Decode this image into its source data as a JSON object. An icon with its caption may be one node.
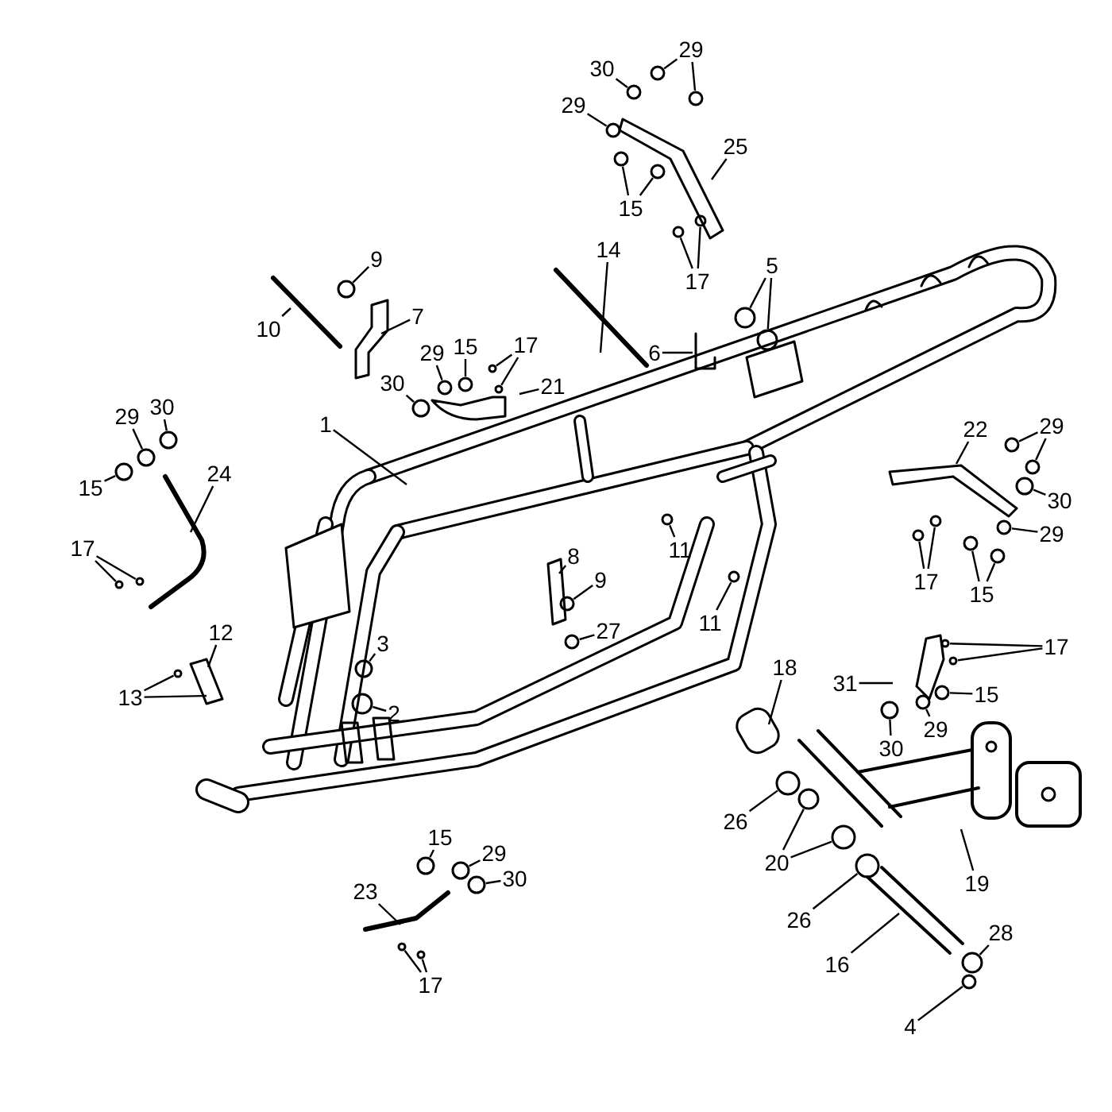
{
  "diagram": {
    "nodes": [
      {
        "text": [
          "9"
        ]
      },
      {
        "text": [
          "10"
        ]
      },
      {
        "text": [
          "7"
        ]
      },
      {
        "text": [
          "29"
        ]
      },
      {
        "text": [
          "15"
        ]
      },
      {
        "text": [
          "17"
        ]
      },
      {
        "text": [
          "30"
        ]
      },
      {
        "text": [
          "21"
        ]
      },
      {
        "text": [
          "1"
        ]
      },
      {
        "text": [
          "29"
        ]
      },
      {
        "text": [
          "30"
        ]
      },
      {
        "text": [
          "15"
        ]
      },
      {
        "text": [
          "24"
        ]
      },
      {
        "text": [
          "17"
        ]
      },
      {
        "text": [
          "12"
        ]
      },
      {
        "text": [
          "13"
        ]
      },
      {
        "text": [
          "3"
        ]
      },
      {
        "text": [
          "2"
        ]
      },
      {
        "text": [
          "8"
        ]
      },
      {
        "text": [
          "9"
        ]
      },
      {
        "text": [
          "27"
        ]
      },
      {
        "text": [
          "11"
        ]
      },
      {
        "text": [
          "11"
        ]
      },
      {
        "text": [
          "14"
        ]
      },
      {
        "text": [
          "6"
        ]
      },
      {
        "text": [
          "5"
        ]
      },
      {
        "text": [
          "30"
        ]
      },
      {
        "text": [
          "29"
        ]
      },
      {
        "text": [
          "29"
        ]
      },
      {
        "text": [
          "15"
        ]
      },
      {
        "text": [
          "25"
        ]
      },
      {
        "text": [
          "17"
        ]
      },
      {
        "text": [
          "22"
        ]
      },
      {
        "text": [
          "29"
        ]
      },
      {
        "text": [
          "30"
        ]
      },
      {
        "text": [
          "29"
        ]
      },
      {
        "text": [
          "17"
        ]
      },
      {
        "text": [
          "15"
        ]
      },
      {
        "text": [
          "17"
        ]
      },
      {
        "text": [
          "31"
        ]
      },
      {
        "text": [
          "15"
        ]
      },
      {
        "text": [
          "29"
        ]
      },
      {
        "text": [
          "30"
        ]
      },
      {
        "text": [
          "18"
        ]
      },
      {
        "text": [
          "26"
        ]
      },
      {
        "text": [
          "20"
        ]
      },
      {
        "text": [
          "19"
        ]
      },
      {
        "text": [
          "26"
        ]
      },
      {
        "text": [
          "16"
        ]
      },
      {
        "text": [
          "28"
        ]
      },
      {
        "text": [
          "4"
        ]
      },
      {
        "text": [
          "15"
        ]
      },
      {
        "text": [
          "29"
        ]
      },
      {
        "text": [
          "30"
        ]
      },
      {
        "text": [
          "23"
        ]
      },
      {
        "text": [
          "17"
        ]
      },
      {
        "text": [],
        "shape": "circle"
      },
      {
        "text": [],
        "shape": "circle"
      },
      {
        "text": [],
        "shape": "circle"
      },
      {
        "text": [],
        "shape": "circle"
      },
      {
        "text": [],
        "shape": "circle"
      },
      {
        "text": [],
        "shape": "circle"
      },
      {
        "text": [],
        "shape": "circle"
      },
      {
        "text": [],
        "shape": "circle"
      },
      {
        "text": [],
        "shape": "circle"
      },
      {
        "text": [],
        "shape": "circle"
      },
      {
        "text": [],
        "shape": "circle"
      },
      {
        "text": [],
        "shape": "circle"
      },
      {
        "text": [],
        "shape": "circle"
      },
      {
        "text": [],
        "shape": "circle"
      },
      {
        "text": [],
        "shape": "circle"
      },
      {
        "text": [],
        "shape": "circle"
      },
      {
        "text": [],
        "shape": "circle"
      },
      {
        "text": [],
        "shape": "circle"
      },
      {
        "text": [],
        "shape": "circle"
      },
      {
        "text": [],
        "shape": "circle"
      },
      {
        "text": [],
        "shape": "circle"
      },
      {
        "text": [],
        "shape": "circle"
      },
      {
        "text": [],
        "shape": "circle"
      },
      {
        "text": [],
        "shape": "circle"
      },
      {
        "text": [],
        "shape": "circle"
      },
      {
        "text": [],
        "shape": "circle"
      },
      {
        "text": [],
        "shape": "circle"
      },
      {
        "text": [],
        "shape": "circle"
      },
      {
        "text": [],
        "shape": "circle"
      },
      {
        "text": [],
        "shape": "circle"
      },
      {
        "text": [],
        "shape": "circle"
      },
      {
        "text": [],
        "shape": "circle"
      },
      {
        "text": [],
        "shape": "circle"
      },
      {
        "text": [],
        "shape": "circle"
      },
      {
        "text": [],
        "shape": "circle"
      },
      {
        "text": [],
        "shape": "circle"
      },
      {
        "text": [],
        "shape": "circle"
      },
      {
        "text": [],
        "shape": "circle"
      },
      {
        "text": [],
        "shape": "circle"
      },
      {
        "text": [],
        "shape": "circle"
      },
      {
        "text": [],
        "shape": "circle"
      },
      {
        "text": [],
        "shape": "circle"
      },
      {
        "text": [],
        "shape": "circle"
      },
      {
        "text": [],
        "shape": "circle"
      },
      {
        "text": [],
        "shape": "circle"
      },
      {
        "text": [],
        "shape": "circle"
      },
      {
        "text": [],
        "shape": "circle"
      },
      {
        "text": [],
        "shape": "circle"
      },
      {
        "text": [],
        "shape": "circle"
      },
      {
        "text": [],
        "shape": "circle"
      },
      {
        "text": [],
        "shape": "circle"
      },
      {
        "text": [],
        "shape": "circle"
      }
    ],
    "edges": [
      {
        "from": 0,
        "to": 56,
        "arrow": "none"
      },
      {
        "from": 1,
        "to": null,
        "arrow": "none"
      },
      {
        "from": 2,
        "to": null,
        "arrow": "none"
      },
      {
        "from": 3,
        "to": 57,
        "arrow": "none"
      },
      {
        "from": 4,
        "to": 58,
        "arrow": "none"
      },
      {
        "from": 5,
        "to": 59,
        "arrow": "none"
      },
      {
        "from": 5,
        "to": 60,
        "arrow": "none"
      },
      {
        "from": 6,
        "to": 61,
        "arrow": "none"
      },
      {
        "from": 7,
        "to": null,
        "arrow": "none"
      },
      {
        "from": 8,
        "to": null,
        "arrow": "none"
      },
      {
        "from": 9,
        "to": 62,
        "arrow": "none"
      },
      {
        "from": 10,
        "to": 63,
        "arrow": "none"
      },
      {
        "from": 11,
        "to": 64,
        "arrow": "none"
      },
      {
        "from": 12,
        "to": null,
        "arrow": "none"
      },
      {
        "from": 13,
        "to": 65,
        "arrow": "none"
      },
      {
        "from": 13,
        "to": 66,
        "arrow": "none"
      },
      {
        "from": 14,
        "to": null,
        "arrow": "none"
      },
      {
        "from": 15,
        "to": 67,
        "arrow": "none"
      },
      {
        "from": 15,
        "to": null,
        "arrow": "none"
      },
      {
        "from": 16,
        "to": 68,
        "arrow": "none"
      },
      {
        "from": 17,
        "to": 69,
        "arrow": "none"
      },
      {
        "from": 18,
        "to": null,
        "arrow": "none"
      },
      {
        "from": 19,
        "to": 70,
        "arrow": "none"
      },
      {
        "from": 20,
        "to": 71,
        "arrow": "none"
      },
      {
        "from": 21,
        "to": 72,
        "arrow": "none"
      },
      {
        "from": 22,
        "to": 73,
        "arrow": "none"
      },
      {
        "from": 23,
        "to": null,
        "arrow": "none"
      },
      {
        "from": 24,
        "to": null,
        "arrow": "none"
      },
      {
        "from": 25,
        "to": 74,
        "arrow": "none"
      },
      {
        "from": 25,
        "to": 75,
        "arrow": "none"
      },
      {
        "from": 26,
        "to": 76,
        "arrow": "none"
      },
      {
        "from": 27,
        "to": 77,
        "arrow": "none"
      },
      {
        "from": 27,
        "to": 78,
        "arrow": "none"
      },
      {
        "from": 28,
        "to": 79,
        "arrow": "none"
      },
      {
        "from": 29,
        "to": 80,
        "arrow": "none"
      },
      {
        "from": 29,
        "to": 81,
        "arrow": "none"
      },
      {
        "from": 30,
        "to": null,
        "arrow": "none"
      },
      {
        "from": 31,
        "to": 82,
        "arrow": "none"
      },
      {
        "from": 31,
        "to": 83,
        "arrow": "none"
      },
      {
        "from": 32,
        "to": null,
        "arrow": "none"
      },
      {
        "from": 33,
        "to": 84,
        "arrow": "none"
      },
      {
        "from": 33,
        "to": 85,
        "arrow": "none"
      },
      {
        "from": 34,
        "to": 86,
        "arrow": "none"
      },
      {
        "from": 35,
        "to": 87,
        "arrow": "none"
      },
      {
        "from": 36,
        "to": 88,
        "arrow": "none"
      },
      {
        "from": 36,
        "to": 89,
        "arrow": "none"
      },
      {
        "from": 37,
        "to": 90,
        "arrow": "none"
      },
      {
        "from": 37,
        "to": 91,
        "arrow": "none"
      },
      {
        "from": 38,
        "to": 92,
        "arrow": "none"
      },
      {
        "from": 38,
        "to": 93,
        "arrow": "none"
      },
      {
        "from": 39,
        "to": null,
        "arrow": "none"
      },
      {
        "from": 40,
        "to": 94,
        "arrow": "none"
      },
      {
        "from": 41,
        "to": 95,
        "arrow": "none"
      },
      {
        "from": 42,
        "to": 96,
        "arrow": "none"
      },
      {
        "from": 43,
        "to": null,
        "arrow": "none"
      },
      {
        "from": 44,
        "to": 97,
        "arrow": "none"
      },
      {
        "from": 45,
        "to": 98,
        "arrow": "none"
      },
      {
        "from": 45,
        "to": 99,
        "arrow": "none"
      },
      {
        "from": 46,
        "to": null,
        "arrow": "none"
      },
      {
        "from": 47,
        "to": 100,
        "arrow": "none"
      },
      {
        "from": 48,
        "to": null,
        "arrow": "none"
      },
      {
        "from": 49,
        "to": 101,
        "arrow": "none"
      },
      {
        "from": 50,
        "to": 102,
        "arrow": "none"
      },
      {
        "from": 51,
        "to": 103,
        "arrow": "none"
      },
      {
        "from": 52,
        "to": 104,
        "arrow": "none"
      },
      {
        "from": 53,
        "to": 105,
        "arrow": "none"
      },
      {
        "from": 54,
        "to": null,
        "arrow": "none"
      },
      {
        "from": 55,
        "to": 106,
        "arrow": "none"
      },
      {
        "from": 55,
        "to": 107,
        "arrow": "none"
      }
    ]
  }
}
